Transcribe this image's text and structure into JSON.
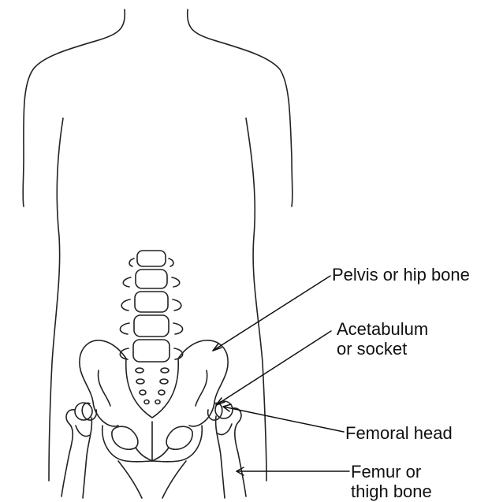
{
  "labels": {
    "pelvis": {
      "line1": "Pelvis or hip bone"
    },
    "acetabulum": {
      "line1": "Acetabulum",
      "line2": "or socket"
    },
    "femoral_head": {
      "line1": "Femoral head"
    },
    "femur": {
      "line1": "Femur or",
      "line2": "thigh bone"
    }
  },
  "colors": {
    "ink": "#111111",
    "background": "#ffffff"
  }
}
